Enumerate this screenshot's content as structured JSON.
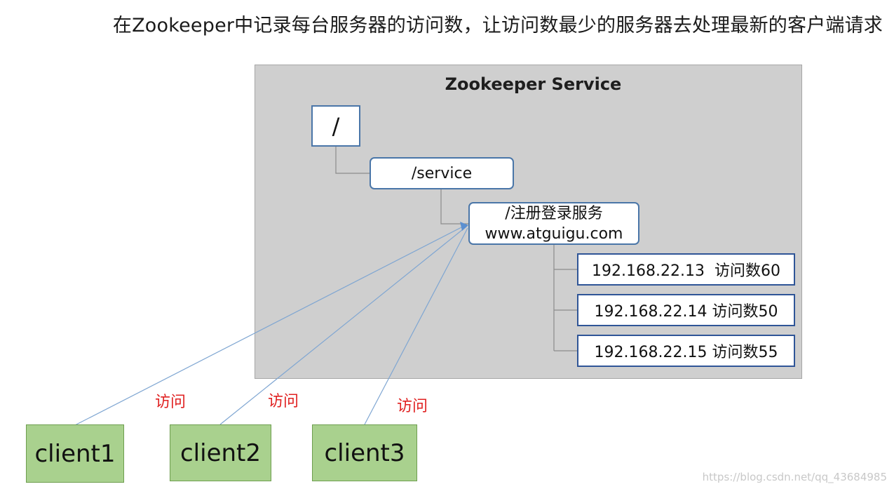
{
  "title": "在Zookeeper中记录每台服务器的访问数，让访问数最少的服务器去处理最新的客户端请求",
  "service": {
    "title": "Zookeeper Service",
    "root_label": "/",
    "service_label": "/service",
    "register_line1": "/注册登录服务",
    "register_line2": "www.atguigu.com",
    "servers": [
      {
        "label": "192.168.22.13  访问数60"
      },
      {
        "label": "192.168.22.14 访问数50"
      },
      {
        "label": "192.168.22.15 访问数55"
      }
    ]
  },
  "clients": [
    {
      "label": "client1"
    },
    {
      "label": "client2"
    },
    {
      "label": "client3"
    }
  ],
  "access_labels": [
    "访问",
    "访问",
    "访问"
  ],
  "watermark": "https://blog.csdn.net/qq_43684985",
  "colors": {
    "service_bg": "#cfcfcf",
    "node_border": "#4a76a8",
    "client_fill": "#a9d18e",
    "access_text": "#e02020",
    "line": "#7fa6d2"
  }
}
